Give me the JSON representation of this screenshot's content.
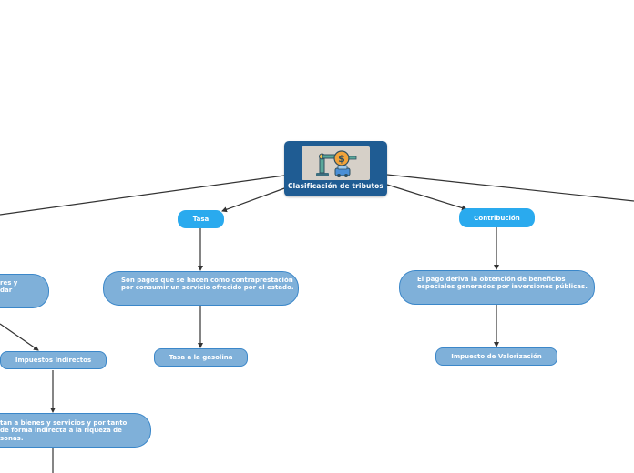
{
  "root": {
    "label": "Clasificación de tributos",
    "image": "tax-robot-arm-coin-car-icon"
  },
  "nodes": {
    "tasa": "Tasa",
    "contribucion": "Contribución",
    "tasa_desc": "Son pagos que se hacen como contraprestación por consumir un servicio ofrecido por el estado.",
    "contribucion_desc": "El pago deriva la obtención de beneficios especiales generados por inversiones públicas.",
    "tasa_example": "Tasa a la gasolina",
    "contribucion_example": "Impuesto de Valorización",
    "impuestos_indirectos": "Impuestos Indirectos",
    "left_desc_lines": [
      "res y",
      "dar"
    ],
    "indirect_desc_lines": [
      "tan a bienes y servicios y por tanto",
      "de forma indirecta a la riqueza de",
      "sonas."
    ]
  },
  "colors": {
    "root": "#1f5c93",
    "pill": "#2aaaee",
    "desc": "#7fb0d9",
    "border": "#3b87c9",
    "edge": "#333333"
  }
}
